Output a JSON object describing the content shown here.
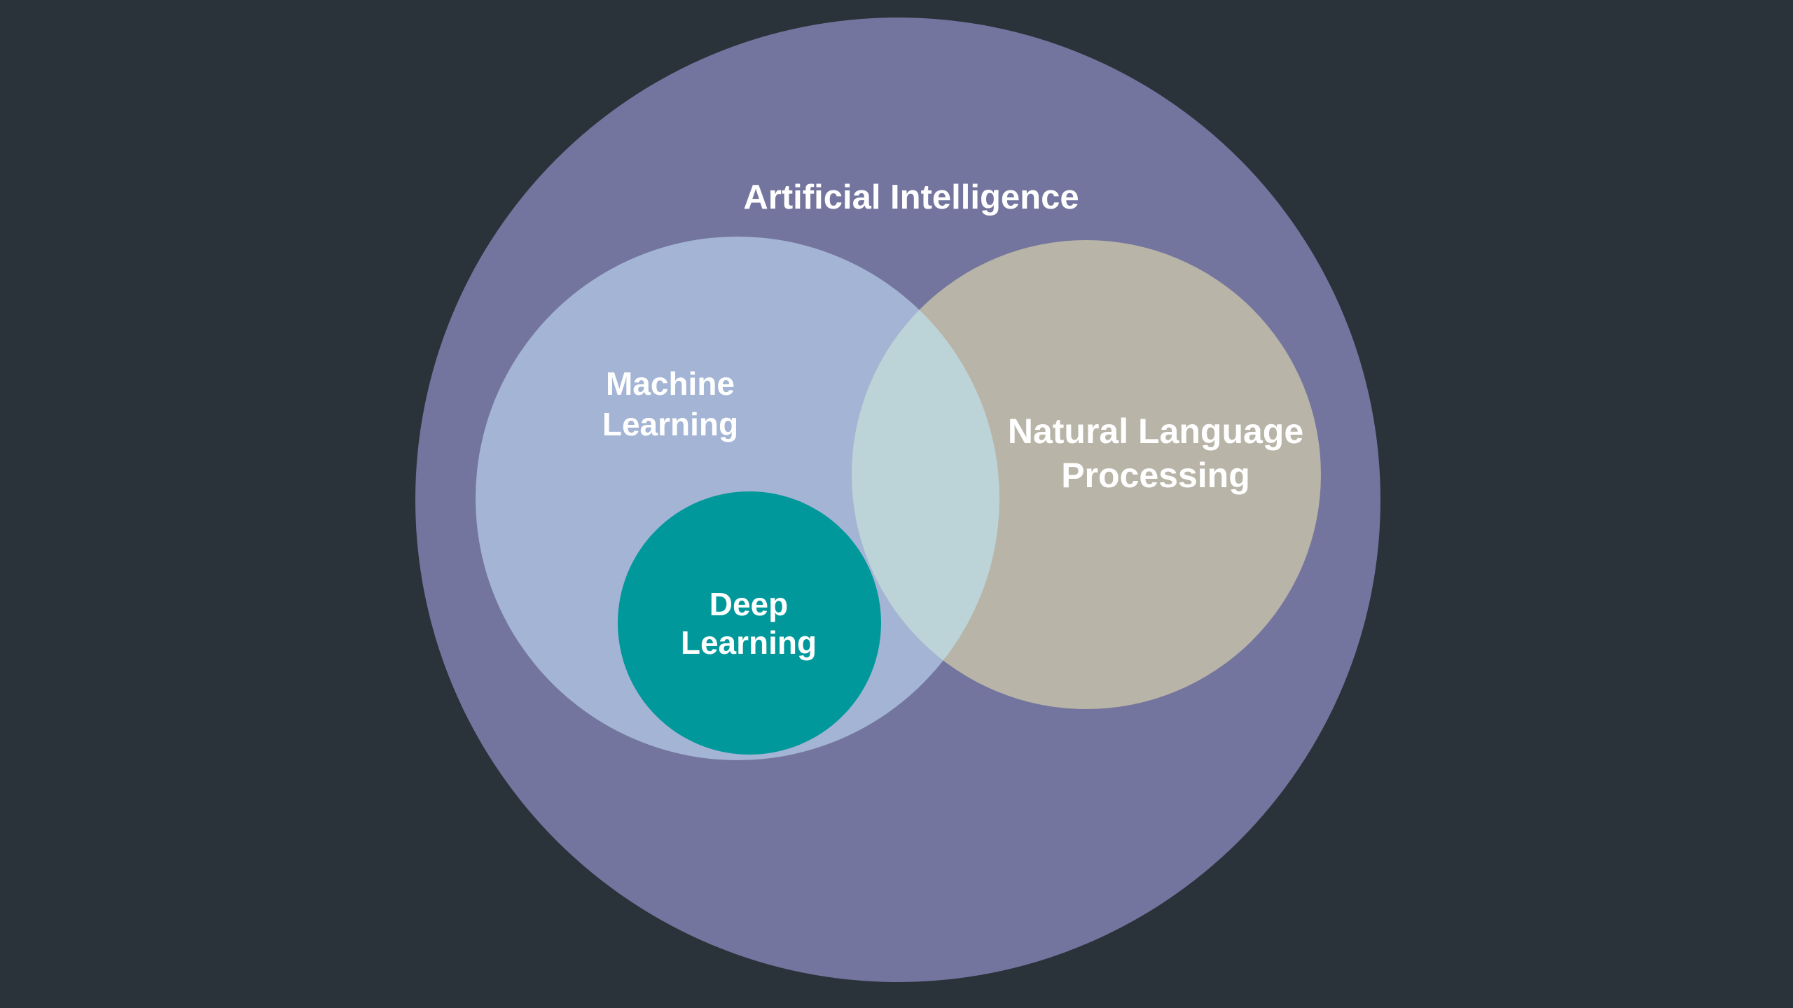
{
  "diagram": {
    "type": "venn",
    "background_color": "#2A323A",
    "text_color": "#FFFFFF",
    "overlap": {
      "between": [
        "Machine Learning",
        "Natural Language Processing"
      ],
      "color": "#BCD3D8"
    },
    "sets": [
      {
        "id": "ai",
        "label": "Artificial Intelligence",
        "color": "#73759E",
        "contains": [
          "Machine Learning",
          "Natural Language Processing",
          "Deep Learning"
        ]
      },
      {
        "id": "ml",
        "label": "Machine\nLearning",
        "color": "#A3B4D4",
        "parent": "Artificial Intelligence"
      },
      {
        "id": "nlp",
        "label": "Natural Language\nProcessing",
        "color": "#B8B4A7",
        "parent": "Artificial Intelligence",
        "overlaps": [
          "Machine Learning"
        ]
      },
      {
        "id": "dl",
        "label": "Deep\nLearning",
        "color": "#00989B",
        "parent": "Machine Learning"
      }
    ]
  }
}
